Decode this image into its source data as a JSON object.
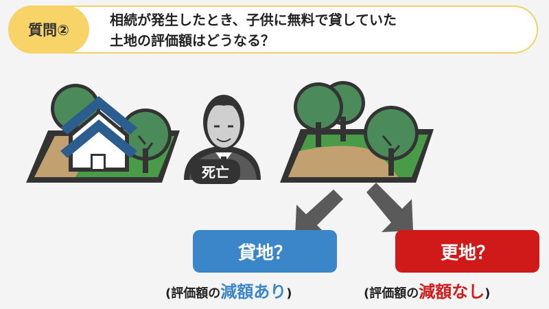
{
  "question": {
    "badge": "質問②",
    "line1": "相続が発生したとき、子供に無料で貸していた",
    "line2": "土地の評価額はどうなる？"
  },
  "person": {
    "label": "死亡"
  },
  "outcomes": [
    {
      "label": "貸地？",
      "caption_open": "(評価額の",
      "caption_emph": "減額あり",
      "caption_close": ")",
      "color": "#3a86c8"
    },
    {
      "label": "更地？",
      "caption_open": "(評価額の",
      "caption_emph": "減額なし",
      "caption_close": ")",
      "color": "#d01919"
    }
  ],
  "colors": {
    "badge": "#f8d468",
    "border": "#f3d263",
    "tree_leaf": "#4b8a59",
    "ground_brown": "#c2a070",
    "ground_green": "#4a9b47",
    "house_roof": "#2b5d8e",
    "dark_outline": "#333333"
  }
}
